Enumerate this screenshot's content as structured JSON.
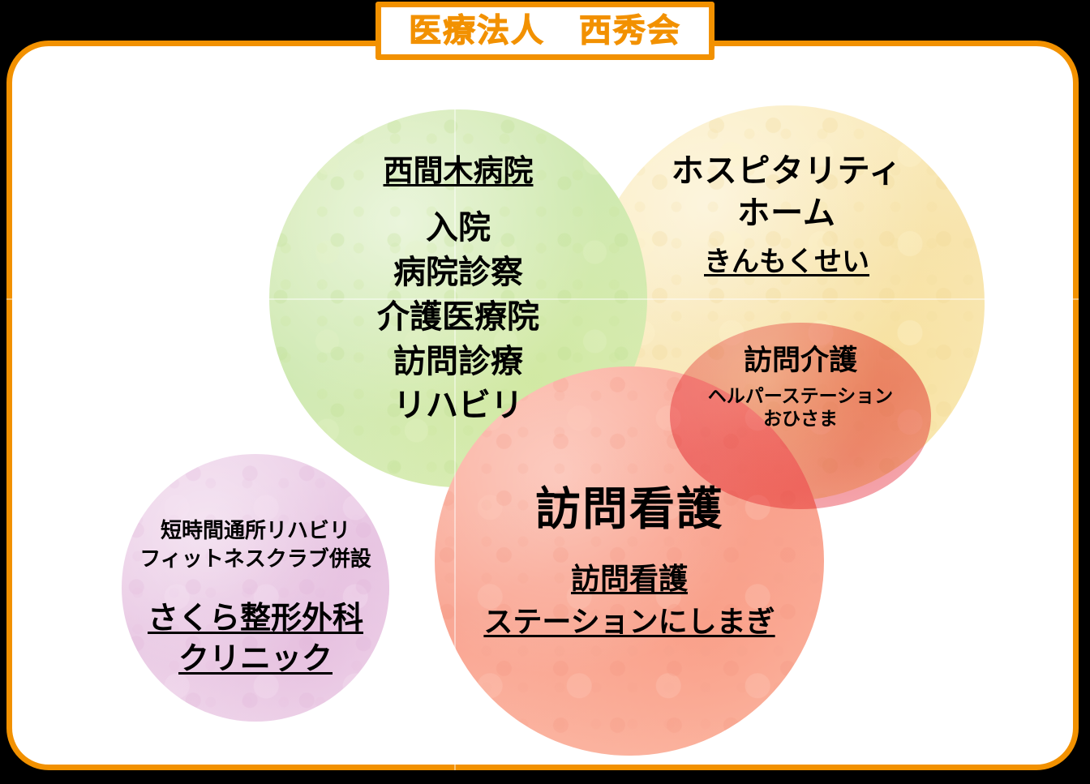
{
  "header": {
    "title": "医療法人　西秀会"
  },
  "theme": {
    "frame_border": "#f29100",
    "title_text": "#f29100",
    "page_background": "#000000",
    "frame_background": "#ffffff",
    "text": "#000000"
  },
  "diagram": {
    "type": "venn-overlap",
    "groups": [
      {
        "id": "hospital",
        "color": "#d0e8b0",
        "heading": "西間木病院",
        "heading_underlined": true,
        "items": [
          "入院",
          "病院診察",
          "介護医療院",
          "訪問診療",
          "リハビリ"
        ]
      },
      {
        "id": "hospitality-home",
        "color": "#f8e6b4",
        "heading_line1": "ホスピタリティ",
        "heading_line2": "ホーム",
        "name": "きんもくせい",
        "name_underlined": true
      },
      {
        "id": "home-care",
        "color": "#f39aa2",
        "heading": "訪問介護",
        "sub_line1": "ヘルパーステーション",
        "sub_line2": "おひさま"
      },
      {
        "id": "visiting-nursing",
        "color": "#f9a491",
        "heading": "訪問看護",
        "name_line1": "訪問看護",
        "name_line2": "ステーションにしまぎ",
        "name_underlined": true
      },
      {
        "id": "sakura-clinic",
        "color": "#e9c9e4",
        "note_line1": "短時間通所リハビリ",
        "note_line2": "フィットネスクラブ併設",
        "name_line1": "さくら整形外科",
        "name_line2": "クリニック",
        "name_underlined": true
      }
    ]
  }
}
